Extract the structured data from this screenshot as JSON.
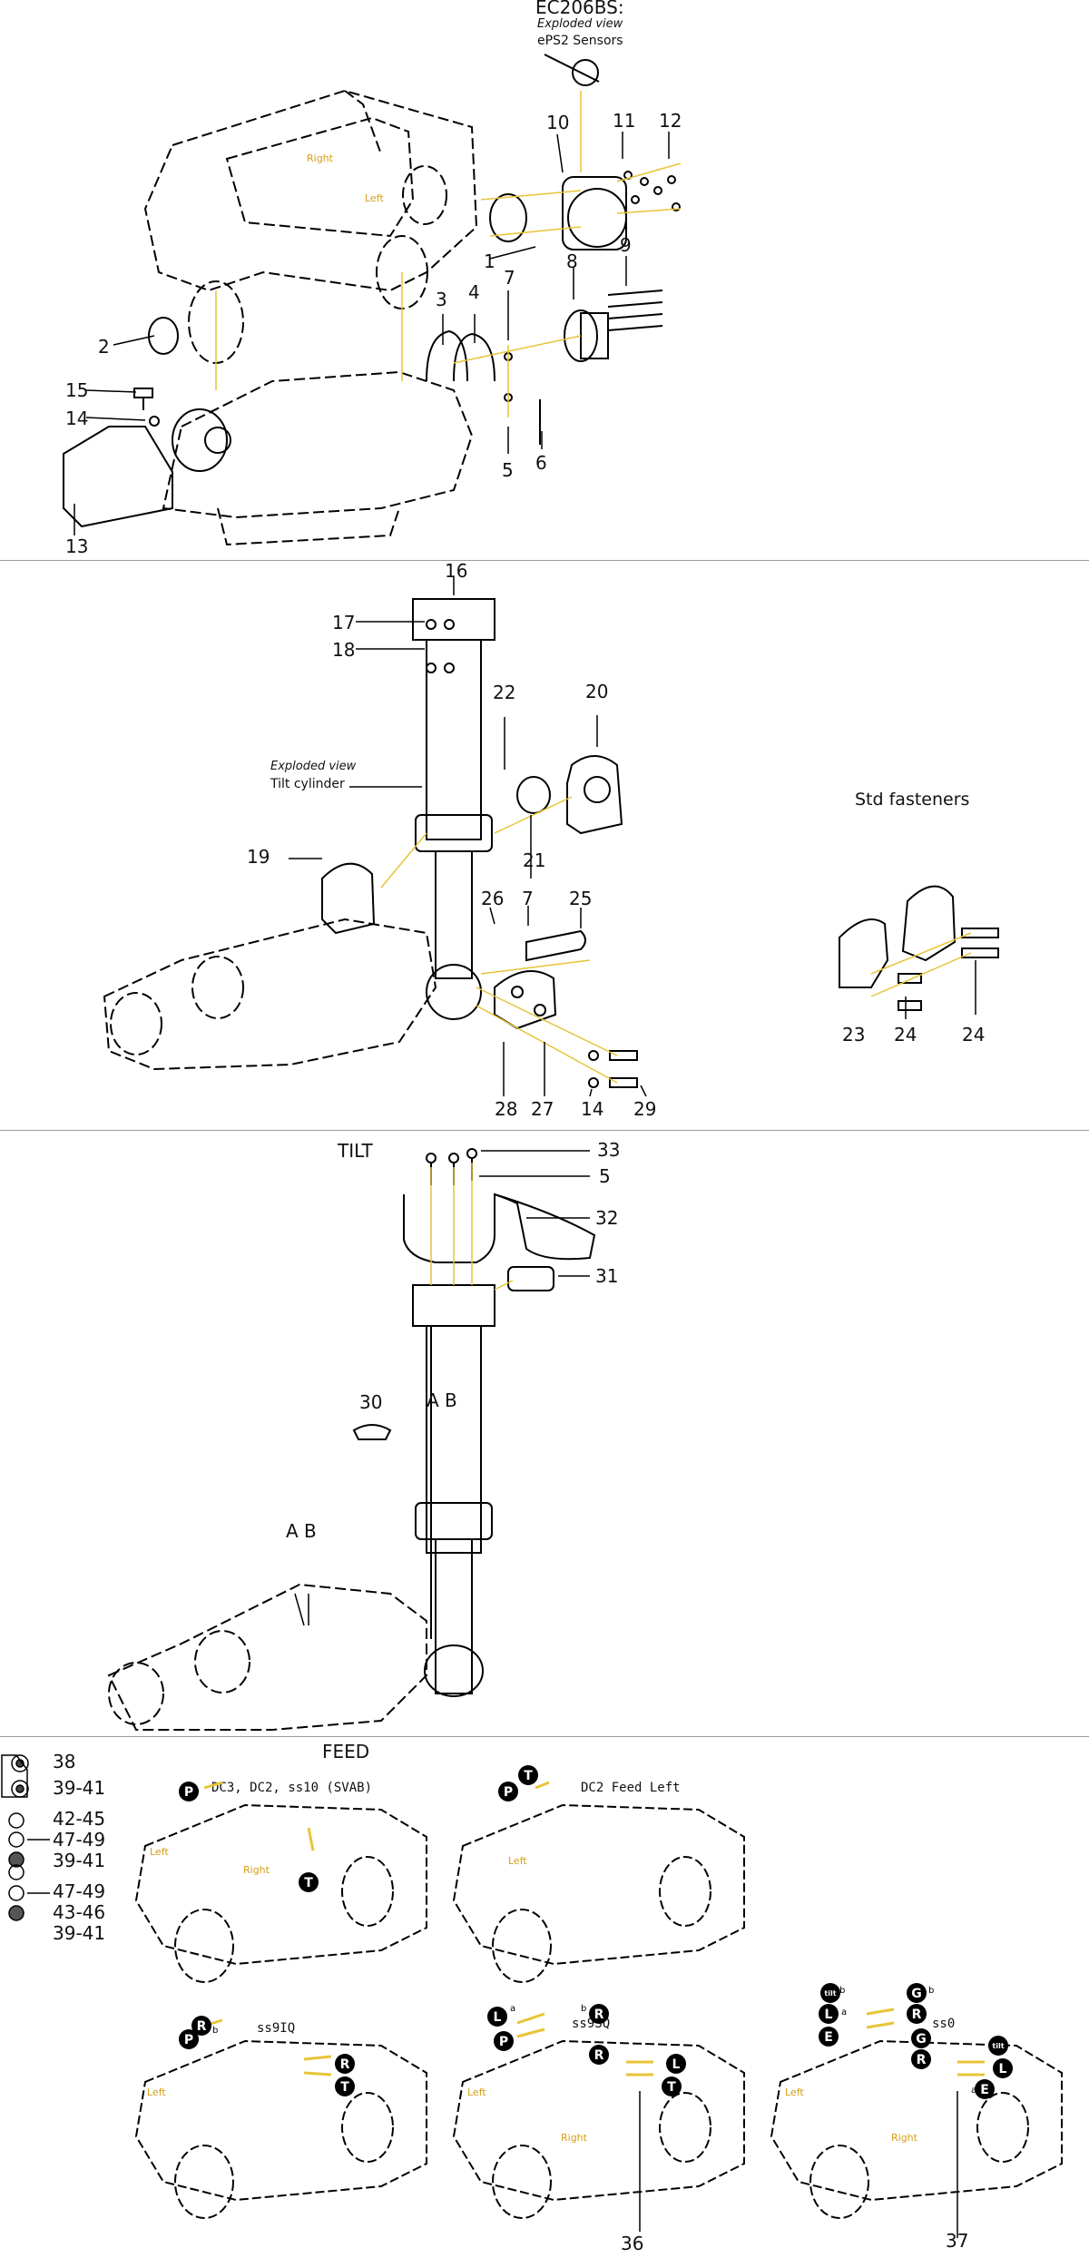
{
  "sections": {
    "s1": {
      "header_code": "EC206BS:",
      "exploded_view_label": "Exploded view",
      "sensor_label": "ePS2 Sensors",
      "frame_labels": {
        "right": "Right",
        "left": "Left"
      },
      "parts": [
        "1",
        "2",
        "3",
        "4",
        "5",
        "6",
        "7",
        "8",
        "9",
        "10",
        "11",
        "12",
        "13",
        "14",
        "15"
      ]
    },
    "s2": {
      "exploded_view_label": "Exploded view",
      "tilt_cylinder_label": "Tilt cylinder",
      "std_fasteners_label": "Std fasteners",
      "parts": [
        "16",
        "17",
        "18",
        "19",
        "20",
        "21",
        "22",
        "25",
        "26",
        "7",
        "27",
        "28",
        "14",
        "29",
        "23",
        "24",
        "24"
      ]
    },
    "s3": {
      "title": "TILT",
      "ports_upper": "A B",
      "ports_lower": "A B",
      "parts": [
        "33",
        "5",
        "32",
        "31",
        "30"
      ]
    },
    "s4": {
      "title": "FEED",
      "legend": [
        "38",
        "39-41",
        "42-45",
        "47-49",
        "39-41",
        "47-49",
        "43-46",
        "39-41"
      ],
      "views": {
        "v1": "DC3, DC2, ss10 (SVAB)",
        "v2": "DC2 Feed Left",
        "v3": "ss9IQ",
        "v4": "ss9SQ",
        "v5": "ss0"
      },
      "ports": {
        "P": "P",
        "T": "T",
        "R": "R",
        "L": "L",
        "G": "G",
        "E": "E",
        "tilt": "tilt",
        "a": "a",
        "b": "b"
      },
      "frame_labels": {
        "right": "Right",
        "left": "Left"
      },
      "parts": [
        "36",
        "37"
      ]
    }
  },
  "colors": {
    "leader": "#e8c437",
    "line": "#000000",
    "divider": "#9a9a9a",
    "label_gold": "#d4a017"
  }
}
